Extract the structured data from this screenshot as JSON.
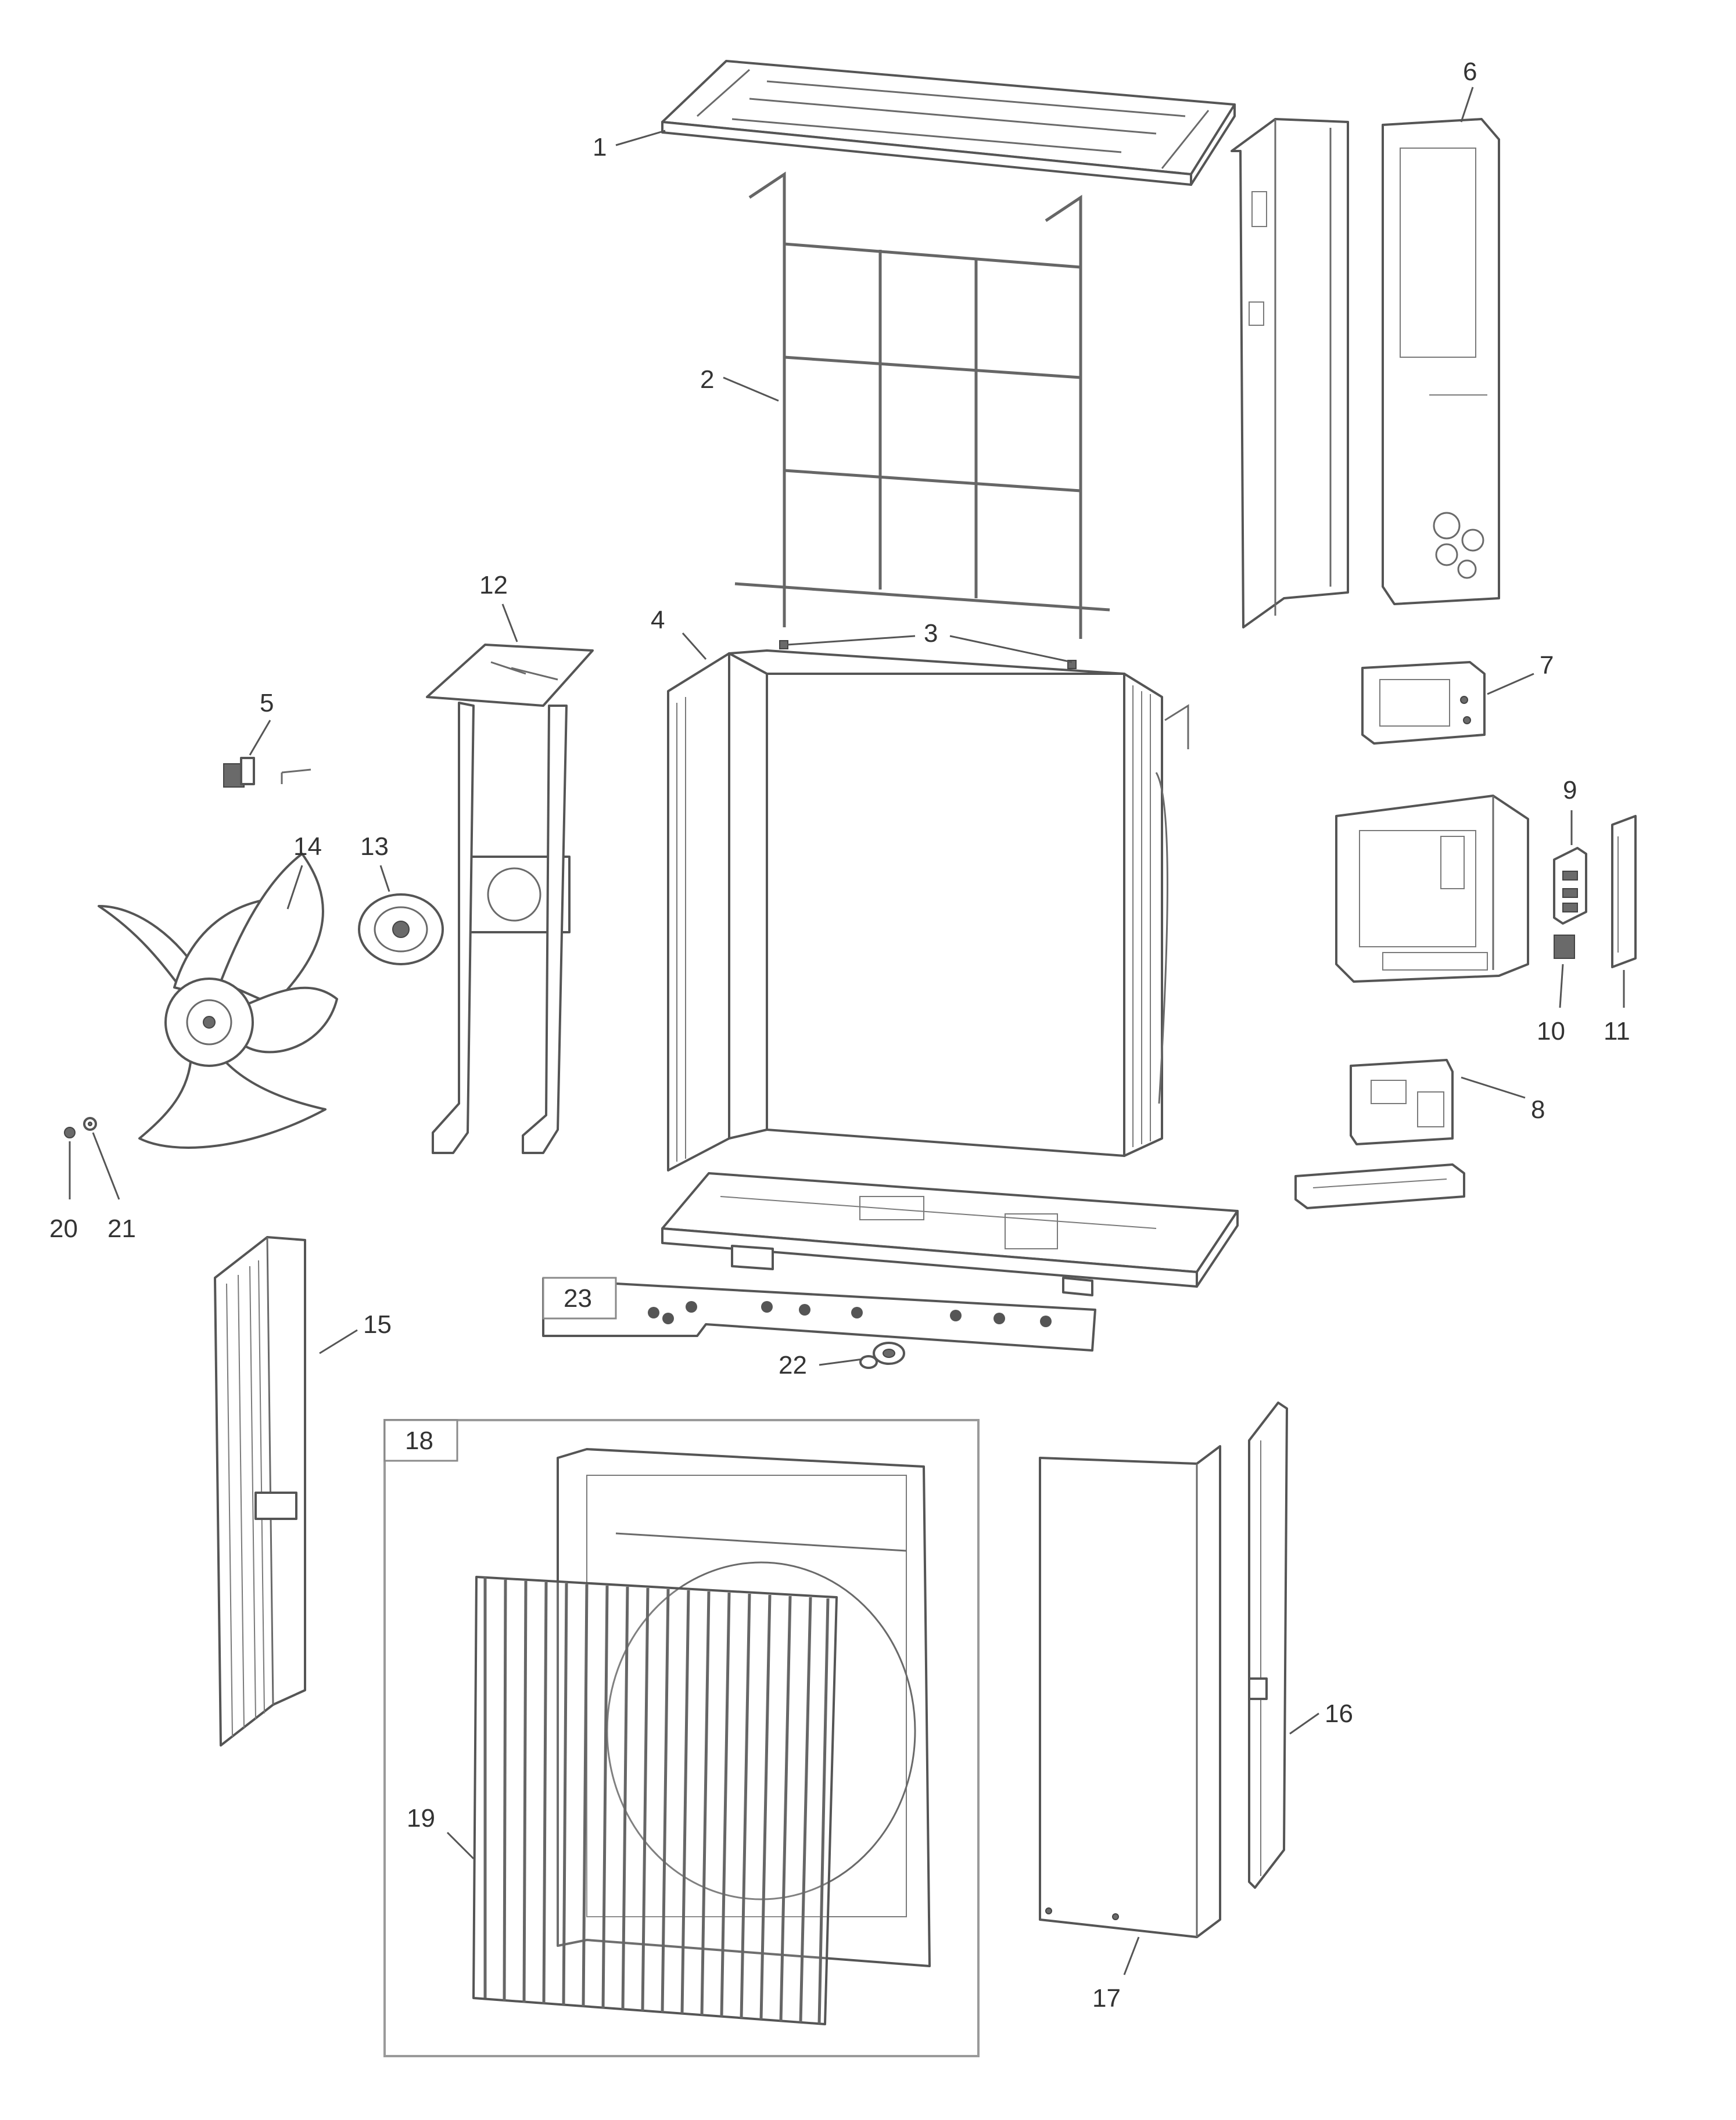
{
  "diagram": {
    "type": "exploded-parts-diagram",
    "line_color": "#555555",
    "frame_color": "#9a9a9a",
    "callouts": [
      "1",
      "2",
      "3",
      "4",
      "5",
      "6",
      "7",
      "8",
      "9",
      "10",
      "11",
      "12",
      "13",
      "14",
      "15",
      "16",
      "17",
      "18",
      "19",
      "20",
      "21",
      "22",
      "23"
    ]
  }
}
